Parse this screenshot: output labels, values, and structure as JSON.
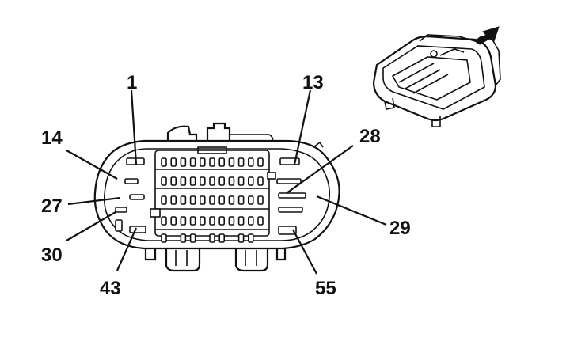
{
  "labels": {
    "pin1": "1",
    "pin13": "13",
    "pin14": "14",
    "pin27": "27",
    "pin28": "28",
    "pin29": "29",
    "pin30": "30",
    "pin43": "43",
    "pin55": "55"
  },
  "icons": {
    "direction_arrow": "arrow-up-right-icon",
    "connector_view": "connector-3d-icon"
  }
}
